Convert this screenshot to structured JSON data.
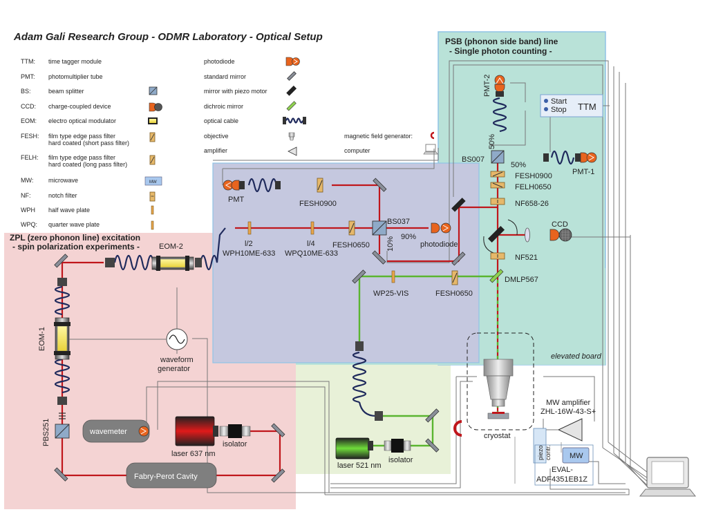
{
  "title": "Adam Gali Research Group - ODMR Laboratory - Optical Setup",
  "legend_left": [
    {
      "abbr": "TTM:",
      "desc": "time tagger module",
      "desc2": ""
    },
    {
      "abbr": "PMT:",
      "desc": "photomultiplier tube",
      "desc2": ""
    },
    {
      "abbr": "BS:",
      "desc": "beam splitter",
      "desc2": ""
    },
    {
      "abbr": "CCD:",
      "desc": "charge-coupled device",
      "desc2": ""
    },
    {
      "abbr": "EOM:",
      "desc": "electro optical modulator",
      "desc2": ""
    },
    {
      "abbr": "FESH:",
      "desc": "film type edge pass filter",
      "desc2": "hard coated (short pass filter)"
    },
    {
      "abbr": "FELH:",
      "desc": "film type edge pass filter",
      "desc2": "hard coated (long pass filter)"
    },
    {
      "abbr": "MW:",
      "desc": "microwave",
      "desc2": ""
    },
    {
      "abbr": "NF:",
      "desc": "notch filter",
      "desc2": ""
    },
    {
      "abbr": "WPH",
      "desc": "half wave plate",
      "desc2": ""
    },
    {
      "abbr": "WPQ:",
      "desc": "quarter wave plate",
      "desc2": ""
    }
  ],
  "legend_mid": [
    {
      "label": "photodiode"
    },
    {
      "label": "standard mirror"
    },
    {
      "label": "mirror with piezo motor"
    },
    {
      "label": "dichroic mirror"
    },
    {
      "label": "optical cable"
    },
    {
      "label": "objective"
    },
    {
      "label": "amplifier"
    }
  ],
  "legend_right": [
    {
      "label": "magnetic field generator:"
    },
    {
      "label": "computer"
    }
  ],
  "regions": {
    "psb_title": "PSB (phonon side band) line",
    "psb_subtitle": "- Single photon counting -",
    "zpl_title": "ZPL (zero phonon line) excitation",
    "zpl_subtitle": "- spin polarization experiments -",
    "elevated": "elevated board"
  },
  "labels": {
    "pmt2": "PMT-2",
    "pmt1": "PMT-1",
    "pmt": "PMT",
    "start": "Start",
    "stop": "Stop",
    "ttm": "TTM",
    "bs007": "BS007",
    "pct50a": "50%",
    "pct50b": "50%",
    "fesh0900a": "FESH0900",
    "felh0650": "FELH0650",
    "nf658": "NF658-26",
    "fesh0900b": "FESH0900",
    "bs037": "BS037",
    "pct90": "90%",
    "pct10": "10%",
    "photodiode": "photodiode",
    "ccd": "CCD",
    "nf521": "NF521",
    "dmlp": "DMLP567",
    "half": "l/2",
    "quarter": "l/4",
    "wph": "WPH10ME-633",
    "wpq": "WPQ10ME-633",
    "fesh0650a": "FESH0650",
    "eom2": "EOM-2",
    "eom1": "EOM-1",
    "waveform1": "waveform",
    "waveform2": "generator",
    "wp25": "WP25-VIS",
    "fesh0650b": "FESH0650",
    "pbs": "PBS251",
    "wavemeter": "wavemeter",
    "laser637": "laser 637 nm",
    "isolator1": "isolator",
    "fabry": "Fabry-Perot Cavity",
    "laser521": "laser 521 nm",
    "isolator2": "isolator",
    "cryostat": "cryostat",
    "mwamp1": "MW amplifier",
    "mwamp2": "ZHL-16W-43-S+",
    "piezo1": "piezo",
    "piezo2": "contr.",
    "mw": "MW",
    "eval1": "EVAL-",
    "eval2": "ADF4351EB1Z"
  },
  "colors": {
    "psb_bg": "#b9e2d8",
    "psb_border": "#8fc3e6",
    "zpl_bg": "#f4d3d3",
    "blue_bg": "#c5c8df",
    "green_bg": "#e8f1d8",
    "red_beam": "#c0161b",
    "green_beam": "#5ab52f"
  }
}
